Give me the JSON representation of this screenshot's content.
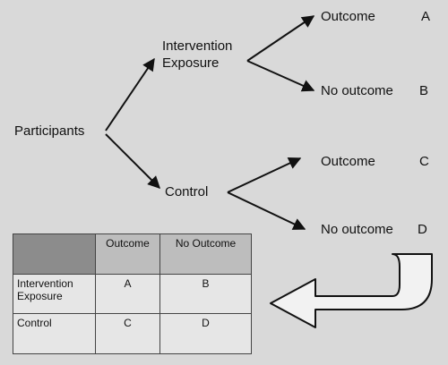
{
  "nodes": {
    "participants": "Participants",
    "intervention_line1": "Intervention",
    "intervention_line2": "Exposure",
    "control": "Control",
    "outcome_a": "Outcome",
    "no_outcome_b": "No outcome",
    "outcome_c": "Outcome",
    "no_outcome_d": "No outcome"
  },
  "cell_letters": {
    "a": "A",
    "b": "B",
    "c": "C",
    "d": "D"
  },
  "table": {
    "columns": [
      "",
      "Outcome",
      "No Outcome"
    ],
    "rows": [
      {
        "label": "Intervention Exposure",
        "values": [
          "A",
          "B"
        ]
      },
      {
        "label": "Control",
        "values": [
          "C",
          "D"
        ]
      }
    ]
  },
  "colors": {
    "background": "#d9d9d9",
    "ink": "#111111",
    "header_fill": "#8c8c8c"
  }
}
